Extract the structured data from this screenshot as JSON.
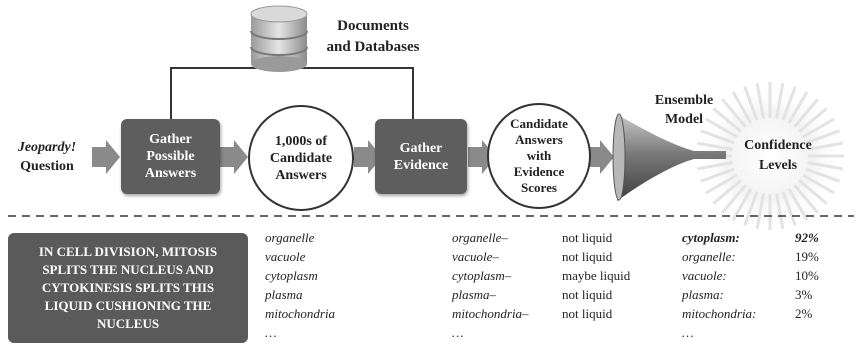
{
  "diagram": {
    "question_label_italic": "Jeopardy!",
    "question_label": "Question",
    "step_gather_answers": [
      "Gather",
      "Possible",
      "Answers"
    ],
    "candidate_count": [
      "1,000s of",
      "Candidate",
      "Answers"
    ],
    "step_gather_evidence": [
      "Gather",
      "Evidence"
    ],
    "scored_candidates": [
      "Candidate",
      "Answers",
      "with",
      "Evidence",
      "Scores"
    ],
    "documents_label": [
      "Documents",
      "and Databases"
    ],
    "ensemble_label": [
      "Ensemble",
      "Model"
    ],
    "confidence_label": [
      "Confidence",
      "Levels"
    ]
  },
  "example": {
    "clue": "IN CELL DIVISION, MITOSIS SPLITS THE NUCLEUS AND CYTOKINESIS SPLITS THIS LIQUID CUSHIONING THE NUCLEUS",
    "candidates": [
      "organelle",
      "vacuole",
      "cytoplasm",
      "plasma",
      "mitochondria",
      "…"
    ],
    "evidence_terms": [
      "organelle–",
      "vacuole–",
      "cytoplasm–",
      "plasma–",
      "mitochondria–",
      "…"
    ],
    "evidence_values": [
      "not liquid",
      "not liquid",
      "maybe liquid",
      "not liquid",
      "not liquid"
    ],
    "ranked_terms": [
      "cytoplasm:",
      "organelle:",
      "vacuole:",
      "plasma:",
      "mitochondria:",
      "…"
    ],
    "ranked_scores": [
      "92%",
      "19%",
      "10%",
      "3%",
      "2%"
    ]
  },
  "colors": {
    "dark_box": "#5e5e5e",
    "arrow": "#8a8a8a",
    "ink": "#222222"
  }
}
